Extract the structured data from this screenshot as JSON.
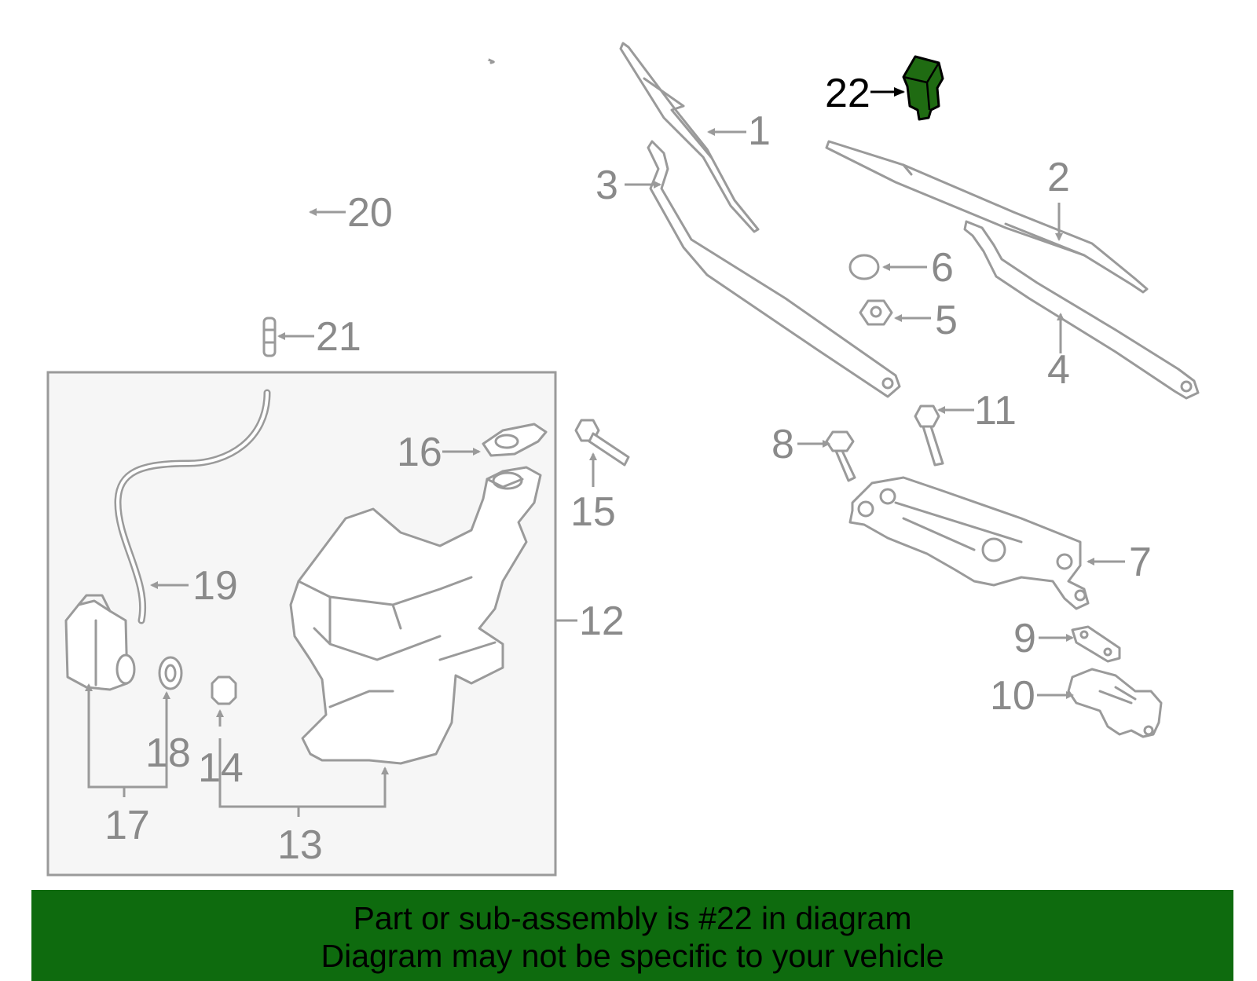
{
  "labels": {
    "p1": "1",
    "p2": "2",
    "p3": "3",
    "p4": "4",
    "p5": "5",
    "p6": "6",
    "p7": "7",
    "p8": "8",
    "p9": "9",
    "p10": "10",
    "p11": "11",
    "p12": "12",
    "p13": "13",
    "p14": "14",
    "p15": "15",
    "p16": "16",
    "p17": "17",
    "p18": "18",
    "p19": "19",
    "p20": "20",
    "p21": "21",
    "p22": "22"
  },
  "highlight": {
    "part": "22",
    "color": "#1f6b12"
  },
  "banner": {
    "line1": "Part or sub-assembly is #22 in diagram",
    "line2": "Diagram may not be specific to your vehicle",
    "background": "#0e6b0e"
  }
}
